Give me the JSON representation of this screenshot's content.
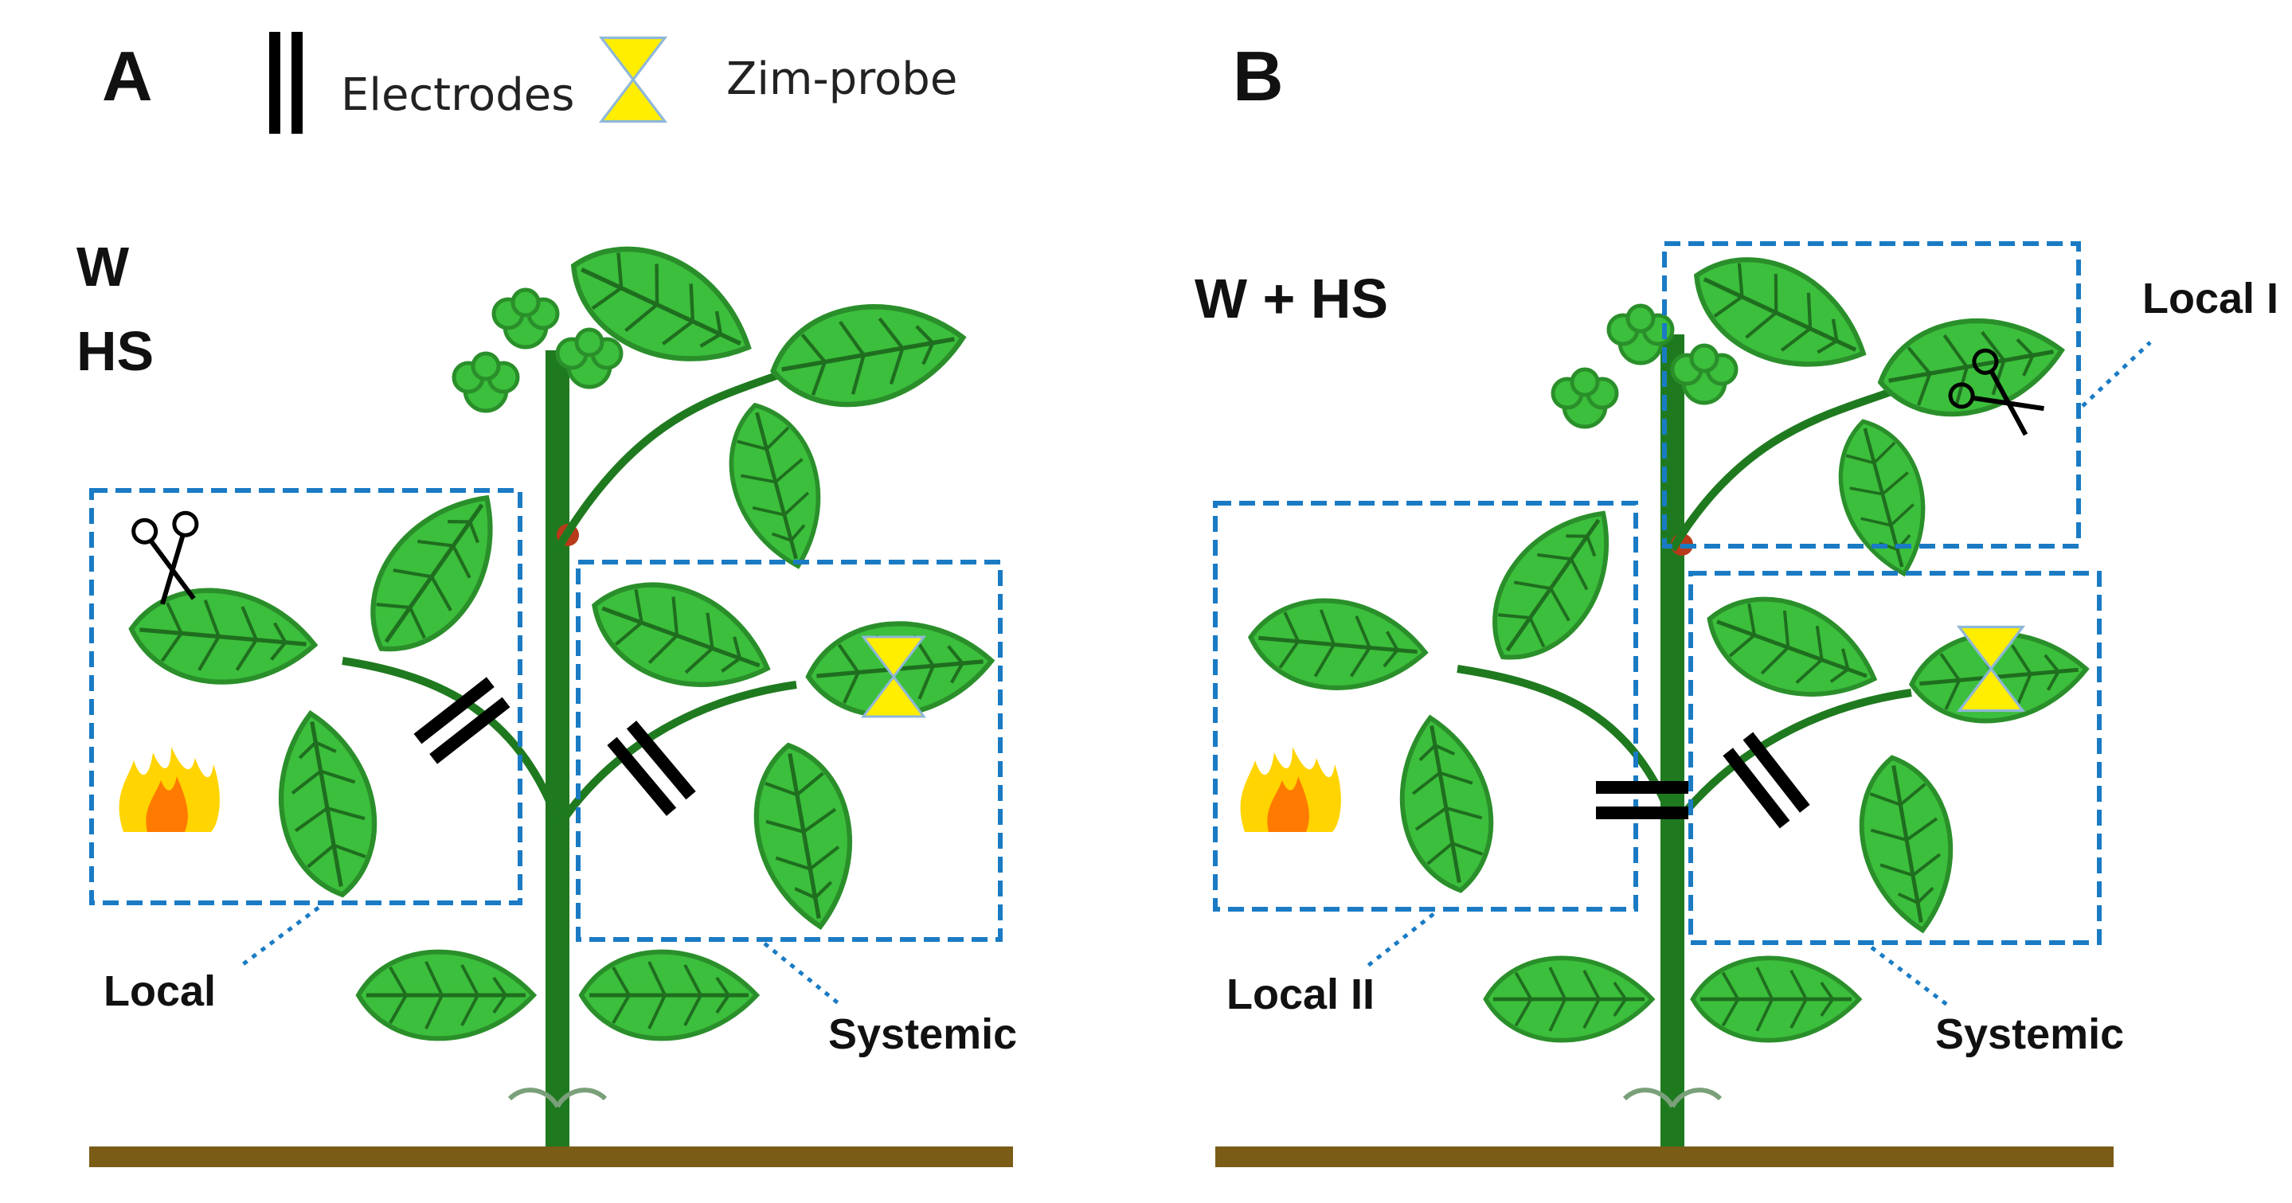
{
  "panels": [
    {
      "letter": "A",
      "conditions": [
        "W",
        "HS"
      ],
      "regions": [
        "Local",
        "Systemic"
      ]
    },
    {
      "letter": "B",
      "conditions": [
        "W + HS"
      ],
      "regions": [
        "Local I",
        "Local II",
        "Systemic"
      ]
    }
  ],
  "legend": {
    "electrodes_label": "Electrodes",
    "zim_probe_label": "Zim-probe"
  },
  "colors": {
    "leaf": "#3cbf3c",
    "leaf_edge": "#2a8f2a",
    "vein": "#1f6e1f",
    "stem": "#1f7a1f",
    "ground": "#7a5c16",
    "box": "#1a7bc4",
    "probe": "#ffee00",
    "electrode": "#000000",
    "flame_outer": "#ffd400",
    "flame_inner": "#ff7a00"
  }
}
